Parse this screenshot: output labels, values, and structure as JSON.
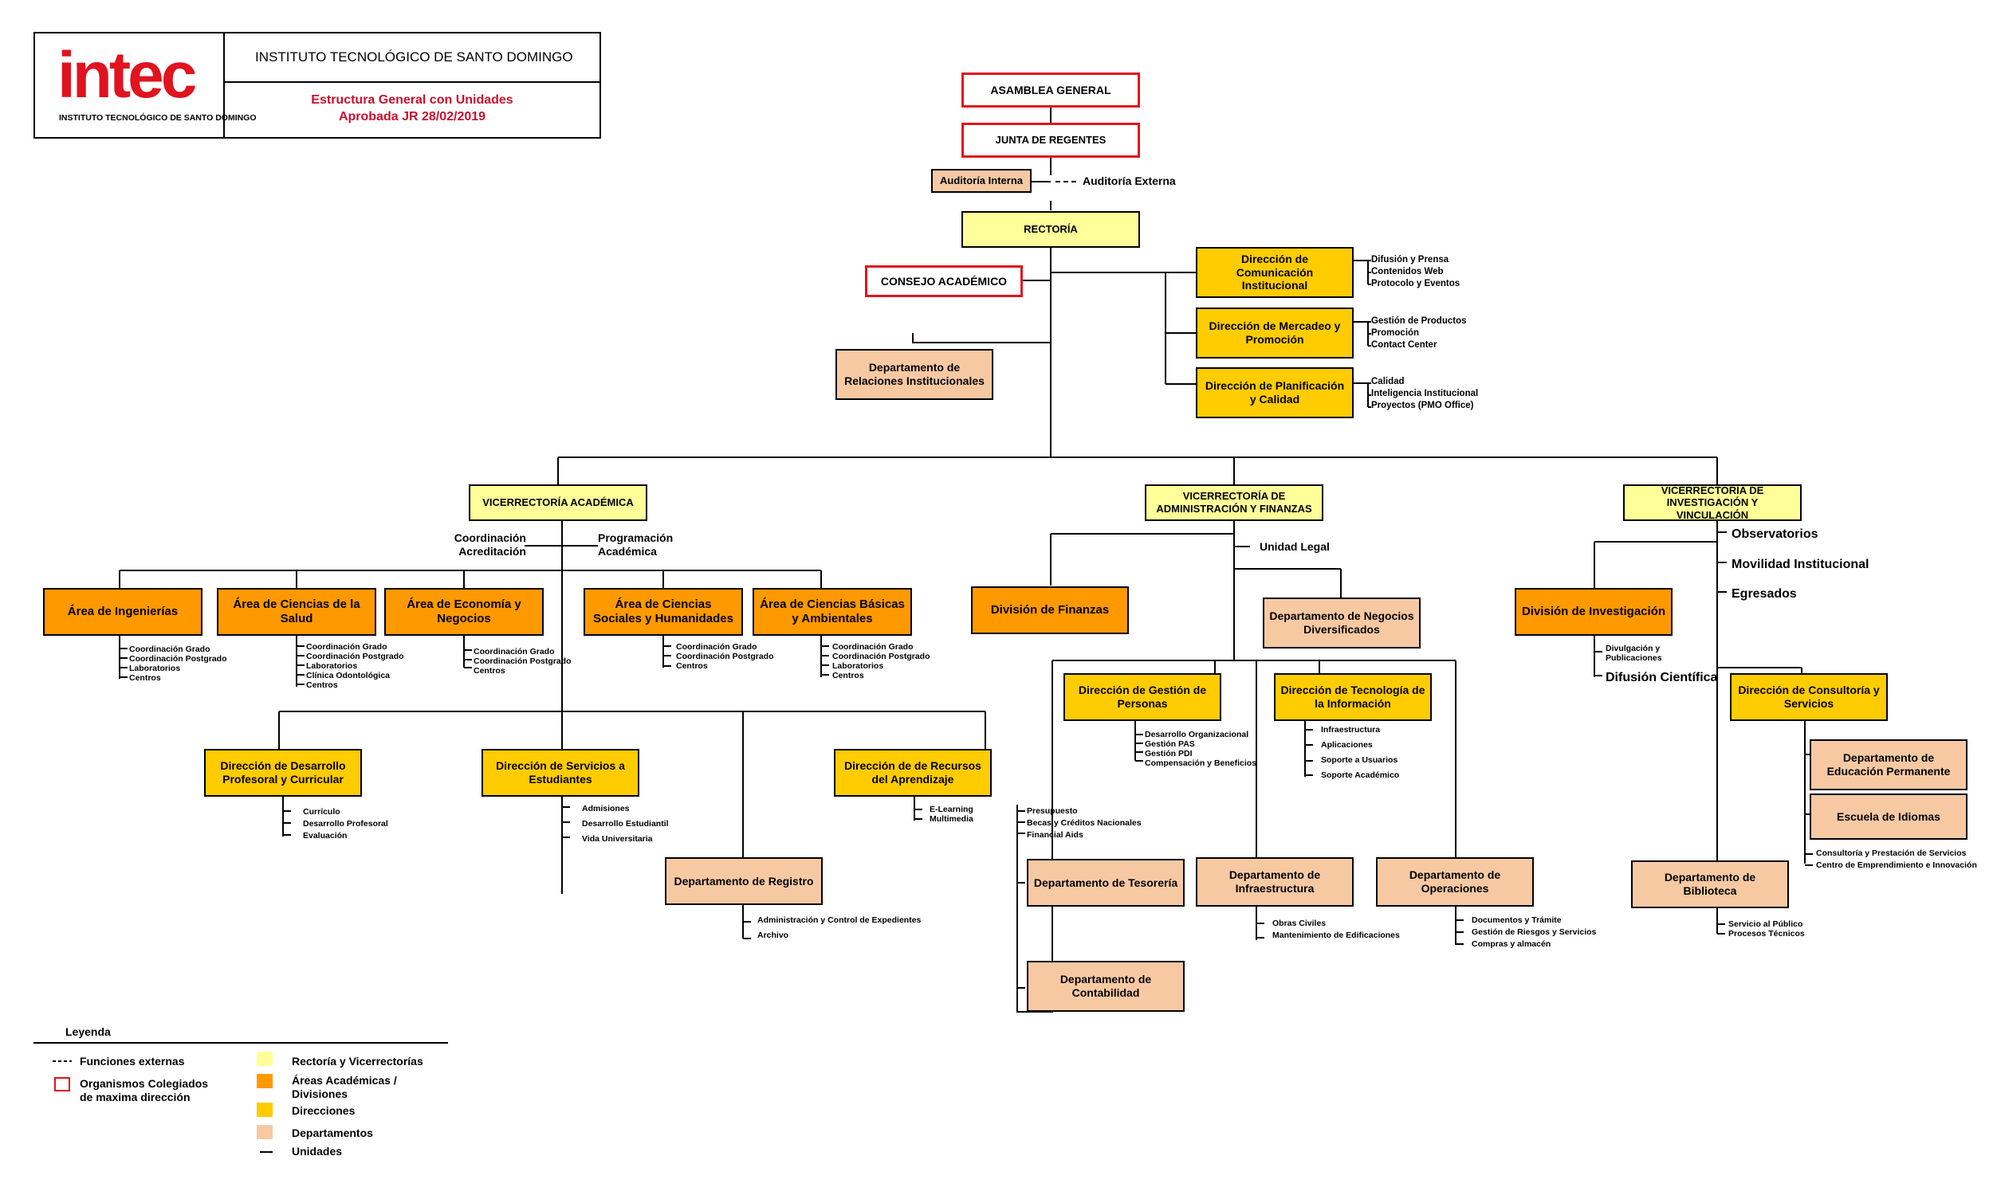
{
  "header": {
    "logo_text": "intec",
    "logo_subtitle": "INSTITUTO TECNOLÓGICO DE SANTO DOMINGO",
    "institution": "INSTITUTO TECNOLÓGICO DE SANTO DOMINGO",
    "subtitle": "Estructura General con Unidades",
    "approval": "Aprobada JR 28/02/2019"
  },
  "top": {
    "asamblea": "ASAMBLEA GENERAL",
    "junta": "JUNTA DE REGENTES",
    "auditoria_interna": "Auditoría Interna",
    "auditoria_externa": "Auditoría Externa",
    "rectoria": "RECTORÍA",
    "consejo": "CONSEJO ACADÉMICO",
    "relaciones": "Departamento de Relaciones Institucionales"
  },
  "rector_dirs": [
    {
      "title": "Dirección de Comunicación Institucional",
      "units": [
        "Difusión y Prensa",
        "Contenidos Web",
        "Protocolo y Eventos"
      ]
    },
    {
      "title": "Dirección de Mercadeo y Promoción",
      "units": [
        "Gestión de Productos",
        "Promoción",
        "Contact Center"
      ]
    },
    {
      "title": "Dirección de Planificación y Calidad",
      "units": [
        "Calidad",
        "Inteligencia Institucional",
        "Proyectos (PMO Office)"
      ]
    }
  ],
  "academica": {
    "title": "VICERRECTORÍA ACADÉMICA",
    "coordinacion": "Coordinación Acreditación",
    "programacion": "Programación Académica",
    "areas": [
      {
        "title": "Área de Ingenierías",
        "units": [
          "Coordinación Grado",
          "Coordinación Postgrado",
          "Laboratorios",
          "Centros"
        ]
      },
      {
        "title": "Área de Ciencias de la Salud",
        "units": [
          "Coordinación Grado",
          "Coordinación Postgrado",
          "Laboratorios",
          "Clínica Odontológica",
          "Centros"
        ]
      },
      {
        "title": "Área de Economía y Negocios",
        "units": [
          "Coordinación Grado",
          "Coordinación Postgrado",
          "Centros"
        ]
      },
      {
        "title": "Área de Ciencias Sociales y Humanidades",
        "units": [
          "Coordinación Grado",
          "Coordinación Postgrado",
          "Centros"
        ]
      },
      {
        "title": "Área de Ciencias Básicas y Ambientales",
        "units": [
          "Coordinación Grado",
          "Coordinación Postgrado",
          "Laboratorios",
          "Centros"
        ]
      }
    ],
    "desarrollo": {
      "title": "Dirección de Desarrollo Profesoral y Curricular",
      "units": [
        "Currículo",
        "Desarrollo Profesoral",
        "Evaluación"
      ]
    },
    "servicios": {
      "title": "Dirección de Servicios a Estudiantes",
      "units": [
        "Admisiones",
        "Desarrollo Estudiantil",
        "Vida Universitaria"
      ]
    },
    "recursos": {
      "title": "Dirección de de Recursos del Aprendizaje",
      "units": [
        "E-Learning",
        "Multimedia"
      ]
    },
    "registro": {
      "title": "Departamento de Registro",
      "units": [
        "Administración y Control de Expedientes",
        "Archivo"
      ]
    }
  },
  "administracion": {
    "title": "VICERRECTORÍA DE ADMINISTRACIÓN Y FINANZAS",
    "unidad_legal": "Unidad Legal",
    "finanzas": {
      "title": "División de Finanzas",
      "units": [
        "Presupuesto",
        "Becas y Créditos Nacionales",
        "Financial Aids"
      ]
    },
    "negocios": "Departamento de Negocios Diversificados",
    "personas": {
      "title": "Dirección de Gestión de Personas",
      "units": [
        "Desarrollo Organizacional",
        "Gestión PAS",
        "Gestión PDI",
        "Compensación y Beneficios"
      ]
    },
    "tecnologia": {
      "title": "Dirección de Tecnología de la Información",
      "units": [
        "Infraestructura",
        "Aplicaciones",
        "Soporte a Usuarios",
        "Soporte Académico"
      ]
    },
    "tesoreria": "Departamento de Tesorería",
    "contabilidad": "Departamento de Contabilidad",
    "infraestructura": {
      "title": "Departamento de Infraestructura",
      "units": [
        "Obras Civiles",
        "Mantenimiento de Edificaciones"
      ]
    },
    "operaciones": {
      "title": "Departamento de Operaciones",
      "units": [
        "Documentos y Trámite",
        "Gestión de Riesgos y Servicios",
        "Compras y almacén"
      ]
    }
  },
  "investigacion": {
    "title": "VICERRECTORÍA DE INVESTIGACIÓN Y VINCULACIÓN",
    "units": [
      "Observatorios",
      "Movilidad Institucional",
      "Egresados"
    ],
    "division": {
      "title": "División de Investigación",
      "units": [
        "Divulgación y Publicaciones",
        "Difusión Científica"
      ]
    },
    "consultoria": {
      "title": "Dirección de Consultoría y Servicios",
      "units": [
        "Consultoría y Prestación de Servicios",
        "Centro de Emprendimiento e Innovación"
      ]
    },
    "educacion": "Departamento de Educación Permanente",
    "idiomas": "Escuela de Idiomas",
    "biblioteca": {
      "title": "Departamento de Biblioteca",
      "units": [
        "Servicio al Público",
        "Procesos Técnicos"
      ]
    }
  },
  "legend": {
    "title": "Leyenda",
    "external": "Funciones externas",
    "colegiados": "Organismos Colegiados de maxima dirección",
    "rectoria": "Rectoría y Vicerrectorías",
    "areas": "Áreas Académicas / Divisiones",
    "direcciones": "Direcciones",
    "departamentos": "Departamentos",
    "unidades": "Unidades"
  },
  "colors": {
    "colegiado_border": "#e0131f",
    "rectoria": "#ffff99",
    "area": "#ff9900",
    "direccion": "#ffcc00",
    "departamento": "#f7c9a3"
  }
}
